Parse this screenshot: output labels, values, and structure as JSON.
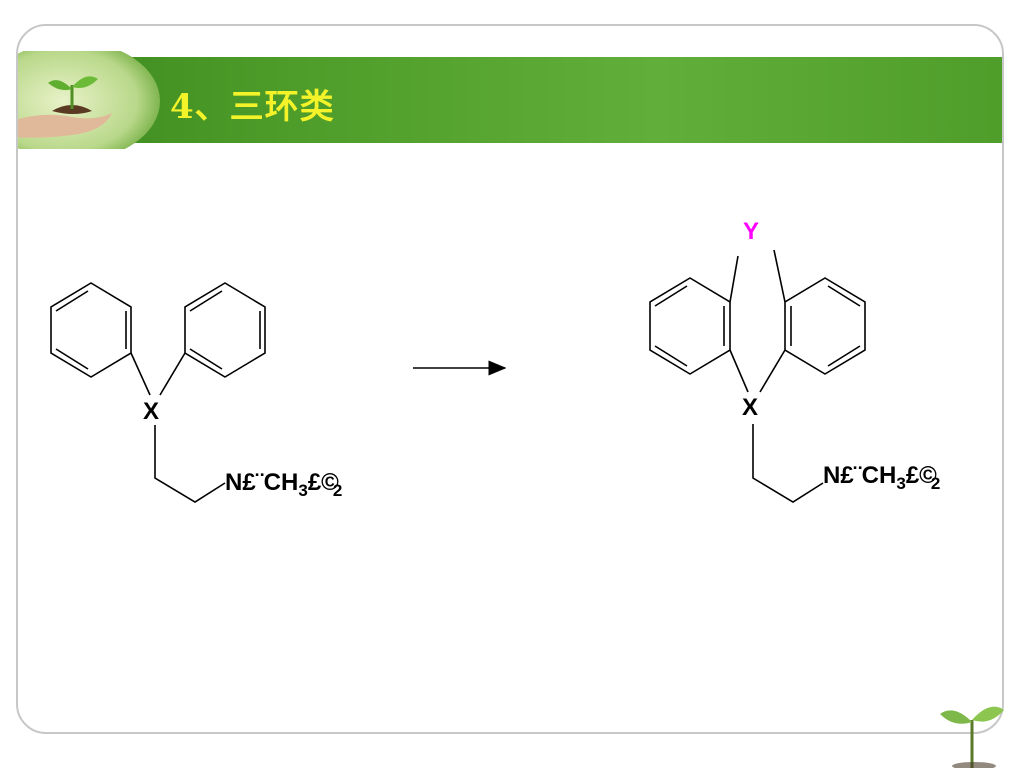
{
  "slide": {
    "title": "4、三环类"
  },
  "diagram": {
    "left_molecule": {
      "bridge_atom": "X",
      "side_chain": {
        "main": "N£¨CH",
        "sub": "3",
        "suffix": "£©",
        "count": "2"
      }
    },
    "right_molecule": {
      "bridge_atom_top": "Y",
      "bridge_atom": "X",
      "side_chain": {
        "main": "N£¨CH",
        "sub": "3",
        "suffix": "£©",
        "count": "2"
      }
    },
    "arrow": "reaction-arrow"
  },
  "colors": {
    "banner": "#4f9d2a",
    "title": "#f4f32a",
    "y_atom": "#ff00ff",
    "bond": "#000000",
    "frame": "#c7c7c7"
  },
  "icons": [
    "seedling-in-hand-icon",
    "sprout-icon",
    "arrow-right-icon"
  ]
}
